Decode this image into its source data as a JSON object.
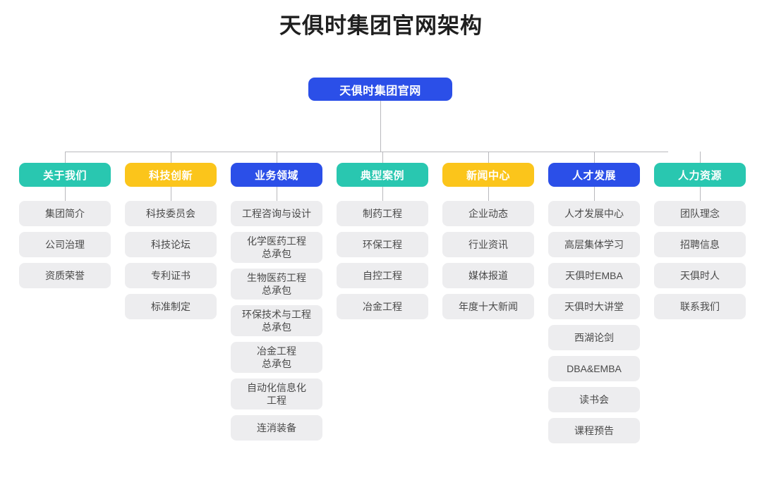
{
  "title": "天俱时集团官网架构",
  "colors": {
    "teal": "#29C7B0",
    "yellow": "#FBC51B",
    "blue": "#2B4FE8",
    "item_background": "#EDEDEF",
    "item_text": "#4A4A4A",
    "connector": "#b9b9bd",
    "page_background": "#ffffff"
  },
  "root": {
    "label": "天俱时集团官网",
    "color": "blue"
  },
  "columns": [
    {
      "header": "关于我们",
      "color": "teal",
      "items": [
        "集团简介",
        "公司治理",
        "资质荣誉"
      ]
    },
    {
      "header": "科技创新",
      "color": "yellow",
      "items": [
        "科技委员会",
        "科技论坛",
        "专利证书",
        "标准制定"
      ]
    },
    {
      "header": "业务领域",
      "color": "blue",
      "items": [
        "工程咨询与设计",
        "化学医药工程\n总承包",
        "生物医药工程\n总承包",
        "环保技术与工程\n总承包",
        "冶金工程\n总承包",
        "自动化信息化\n工程",
        "连消装备"
      ]
    },
    {
      "header": "典型案例",
      "color": "teal",
      "items": [
        "制药工程",
        "环保工程",
        "自控工程",
        "冶金工程"
      ]
    },
    {
      "header": "新闻中心",
      "color": "yellow",
      "items": [
        "企业动态",
        "行业资讯",
        "媒体报道",
        "年度十大新闻"
      ]
    },
    {
      "header": "人才发展",
      "color": "blue",
      "items": [
        "人才发展中心",
        "高层集体学习",
        "天俱时EMBA",
        "天俱时大讲堂",
        "西湖论剑",
        "DBA&EMBA",
        "读书会",
        "课程预告"
      ]
    },
    {
      "header": "人力资源",
      "color": "teal",
      "items": [
        "团队理念",
        "招聘信息",
        "天俱时人",
        "联系我们"
      ]
    }
  ]
}
